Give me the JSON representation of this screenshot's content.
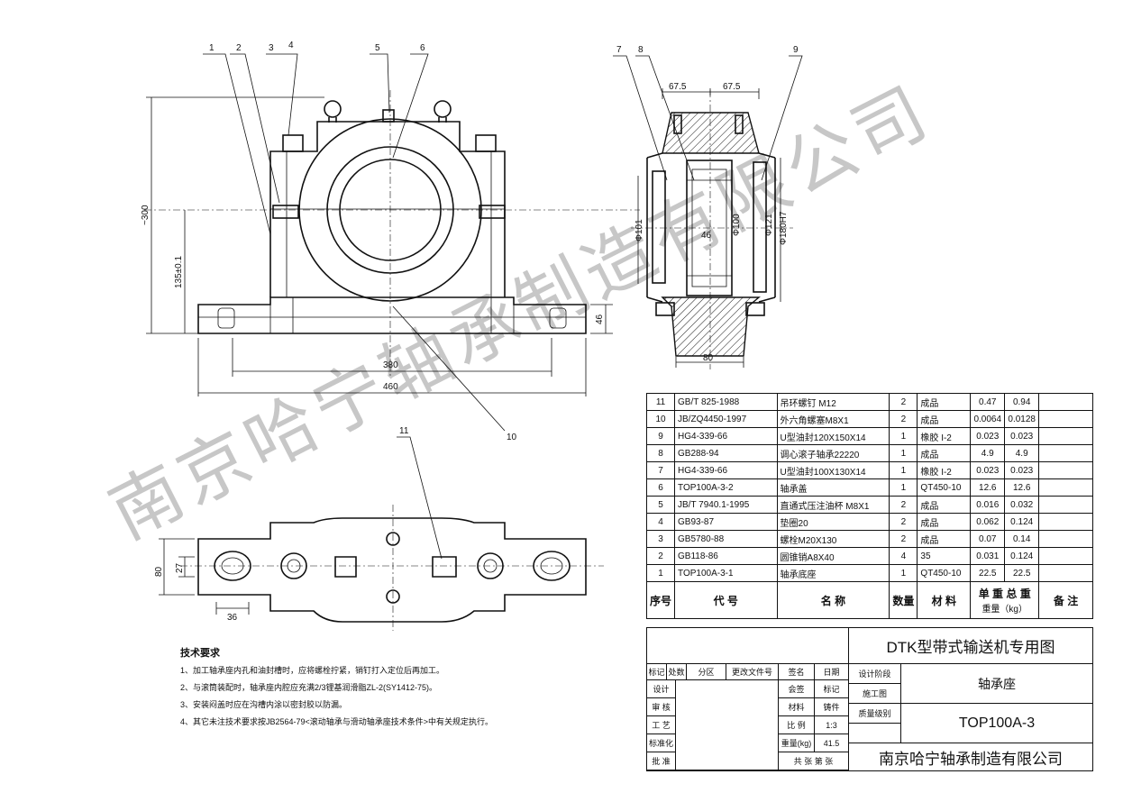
{
  "front_view": {
    "callouts": [
      "1",
      "2",
      "3",
      "4",
      "5",
      "6"
    ],
    "dims": {
      "height": "~300",
      "center_height": "135±0.1",
      "base_height": "46",
      "bolt_span": "380",
      "length": "460",
      "callout_10": "10"
    }
  },
  "side_view": {
    "callouts": [
      "7",
      "8",
      "9"
    ],
    "dims": {
      "left": "67.5",
      "right": "67.5",
      "d1": "Φ101",
      "d2": "Φ100",
      "d3": "Φ121",
      "d4": "Φ180H7",
      "width": "46",
      "base": "80"
    }
  },
  "top_view": {
    "callouts": [
      "11"
    ],
    "dims": {
      "slot": "27",
      "width": "80",
      "slot_len": "36"
    }
  },
  "notes": {
    "title": "技术要求",
    "items": [
      "1、加工轴承座内孔和油封槽时，应将螺栓拧紧，销钉打入定位后再加工。",
      "2、与滚筒装配时，轴承座内腔应充满2/3锂基润滑脂ZL-2(SY1412-75)。",
      "3、安装闷盖时应在沟槽内涂以密封胶以防漏。",
      "4、其它未注技术要求按JB2564-79<滚动轴承与滑动轴承座技术条件>中有关规定执行。"
    ]
  },
  "bom": {
    "rows": [
      [
        "11",
        "GB/T 825-1988",
        "吊环螺钉 M12",
        "2",
        "成品",
        "0.47",
        "0.94"
      ],
      [
        "10",
        "JB/ZQ4450-1997",
        "外六角螺塞M8X1",
        "2",
        "成品",
        "0.0064",
        "0.0128"
      ],
      [
        "9",
        "HG4-339-66",
        "U型油封120X150X14",
        "1",
        "橡胶 I-2",
        "0.023",
        "0.023"
      ],
      [
        "8",
        "GB288-94",
        "调心滚子轴承22220",
        "1",
        "成品",
        "4.9",
        "4.9"
      ],
      [
        "7",
        "HG4-339-66",
        "U型油封100X130X14",
        "1",
        "橡胶 I-2",
        "0.023",
        "0.023"
      ],
      [
        "6",
        "TOP100A-3-2",
        "轴承盖",
        "1",
        "QT450-10",
        "12.6",
        "12.6"
      ],
      [
        "5",
        "JB/T 7940.1-1995",
        "直通式压注油杯 M8X1",
        "2",
        "成品",
        "0.016",
        "0.032"
      ],
      [
        "4",
        "GB93-87",
        "垫圈20",
        "2",
        "成品",
        "0.062",
        "0.124"
      ],
      [
        "3",
        "GB5780-88",
        "螺栓M20X130",
        "2",
        "成品",
        "0.07",
        "0.14"
      ],
      [
        "2",
        "GB118-86",
        "圆锥销A8X40",
        "4",
        "35",
        "0.031",
        "0.124"
      ],
      [
        "1",
        "TOP100A-3-1",
        "轴承底座",
        "1",
        "QT450-10",
        "22.5",
        "22.5"
      ]
    ],
    "header": {
      "seq": "序号",
      "code": "代 号",
      "name": "名 称",
      "qty": "数量",
      "material": "材 料",
      "unit_wt": "单 重",
      "total_wt": "总 重",
      "weight_label": "重量（kg）",
      "remark": "备 注"
    }
  },
  "title_block": {
    "drawing_title": "DTK型带式输送机专用图",
    "part_name": "轴承座",
    "drawing_no": "TOP100A-3",
    "company": "南京哈宁轴承制造有限公司",
    "labels": {
      "mark": "标记",
      "count": "处数",
      "zone": "分区",
      "change_doc": "更改文件号",
      "sign": "签名",
      "date": "日期",
      "design": "设计",
      "check": "审 核",
      "process": "工 艺",
      "standard": "标准化",
      "approve": "批 准",
      "stage": "设计阶段",
      "construction": "施工图",
      "label_sign": "会签",
      "cancel": "标记",
      "material": "材料",
      "casting": "铸件",
      "grade_label": "质量级别",
      "scale": "比 例",
      "scale_value": "1:3",
      "weight": "重量(kg)",
      "weight_value": "41.5",
      "sheets": "共 张 第 张"
    }
  },
  "watermark": "南京哈宁轴承制造有限公司"
}
